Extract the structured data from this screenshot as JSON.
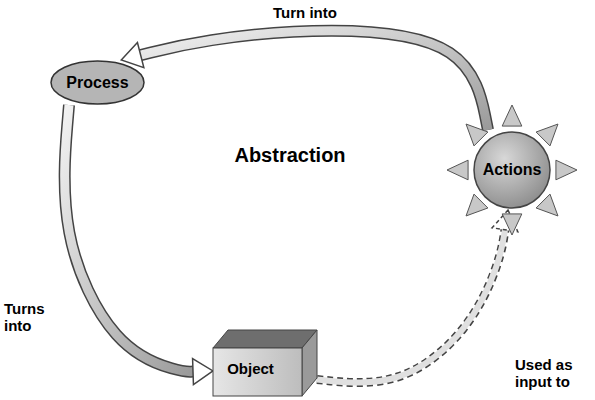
{
  "diagram": {
    "nodes": [
      {
        "text": [
          "Process"
        ]
      },
      {
        "text": [
          "Actions"
        ]
      },
      {
        "text": [
          "Object"
        ]
      }
    ],
    "edges": [
      {
        "from": 1,
        "to": 0,
        "label": "Turn into",
        "arrow": "to"
      },
      {
        "from": 0,
        "to": 2,
        "label": "Turns into",
        "arrow": "to"
      },
      {
        "from": 2,
        "to": 1,
        "label": "Used as input to",
        "arrow": "to"
      }
    ],
    "labels": [
      "Abstraction"
    ]
  }
}
